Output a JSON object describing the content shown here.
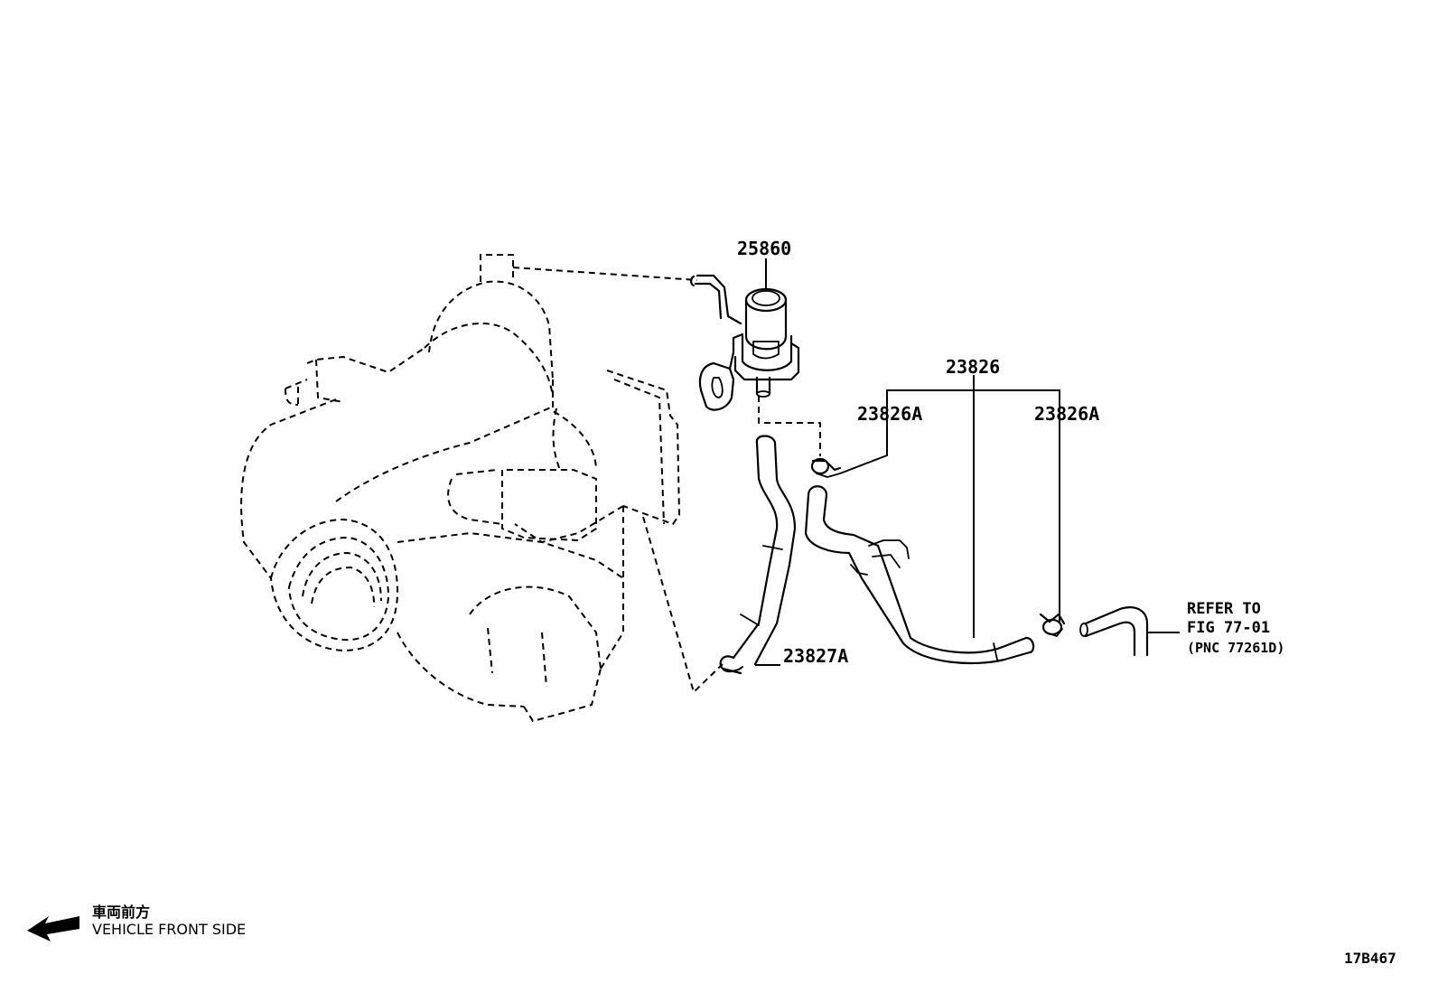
{
  "diagram": {
    "part_labels": {
      "vsv": "25860",
      "hose_set": "23826",
      "clamp_left": "23826A",
      "clamp_right": "23826A",
      "hose_lower": "23827A"
    },
    "refer_note": {
      "line1": "REFER TO",
      "line2": "FIG 77-01",
      "line3": "(PNC 77261D)"
    },
    "direction_legend": {
      "jp": "車両前方",
      "en": "VEHICLE FRONT SIDE"
    },
    "figure_id": "17B467"
  }
}
